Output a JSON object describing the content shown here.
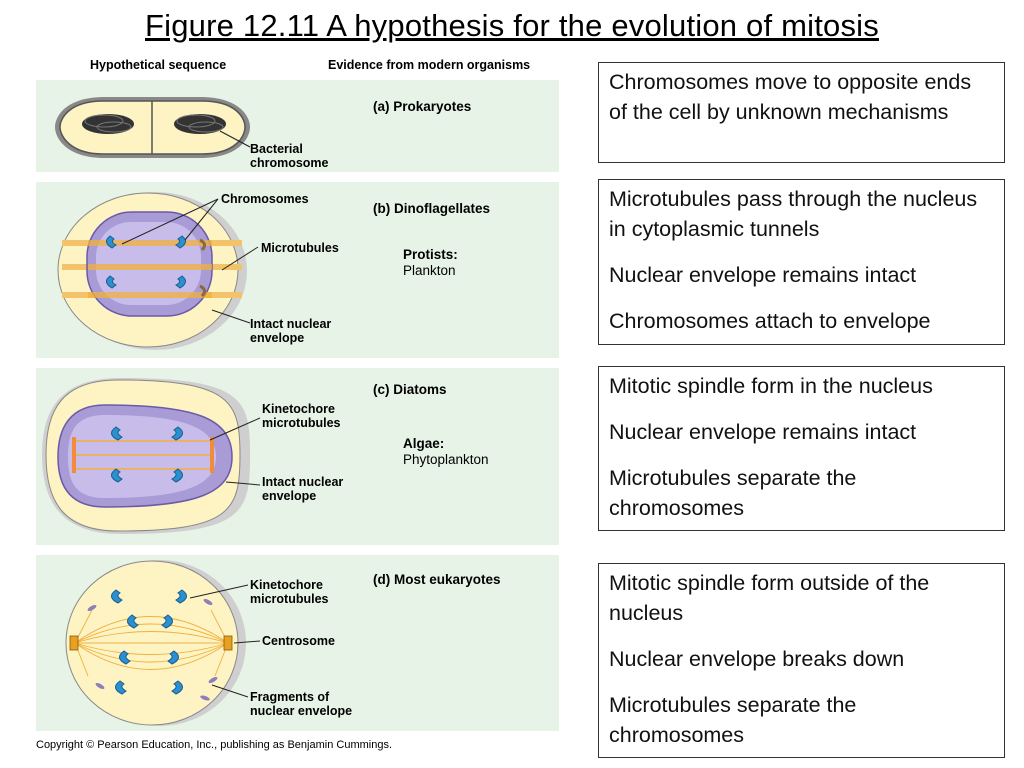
{
  "title": "Figure 12.11  A hypothesis for the evolution of mitosis",
  "headers": {
    "left": "Hypothetical sequence",
    "right": "Evidence from modern organisms"
  },
  "panels": [
    {
      "org": "(a) Prokaryotes",
      "labels": [
        "Bacterial\nchromosome"
      ],
      "group": "",
      "group_sub": ""
    },
    {
      "org": "(b) Dinoflagellates",
      "labels": [
        "Chromosomes",
        "Microtubules",
        "Intact nuclear\nenvelope"
      ],
      "group": "Protists:",
      "group_sub": "Plankton"
    },
    {
      "org": "(c) Diatoms",
      "labels": [
        "Kinetochore\nmicrotubules",
        "Intact nuclear\nenvelope"
      ],
      "group": "Algae:",
      "group_sub": "Phytoplankton"
    },
    {
      "org": "(d) Most eukaryotes",
      "labels": [
        "Kinetochore\nmicrotubules",
        "Centrosome",
        "Fragments of\nnuclear envelope"
      ],
      "group": "",
      "group_sub": ""
    }
  ],
  "boxes": [
    [
      "Chromosomes move to opposite ends of the cell by unknown mechanisms"
    ],
    [
      "Microtubules pass through the nucleus in cytoplasmic tunnels",
      "Nuclear envelope remains intact",
      "Chromosomes attach to envelope"
    ],
    [
      "Mitotic spindle form in the nucleus",
      "Nuclear envelope remains intact",
      "Microtubules separate the chromosomes"
    ],
    [
      "Mitotic spindle form outside of the nucleus",
      "Nuclear envelope breaks down",
      "Microtubules separate the chromosomes"
    ]
  ],
  "copyright": "Copyright © Pearson Education, Inc., publishing as Benjamin Cummings.",
  "colors": {
    "panel_bg": "#e7f3e7",
    "cell": "#fdf3c3",
    "nucleus": "#a99bd6",
    "chromosome": "#2c8fd0",
    "microtubule": "#f2b03c"
  }
}
